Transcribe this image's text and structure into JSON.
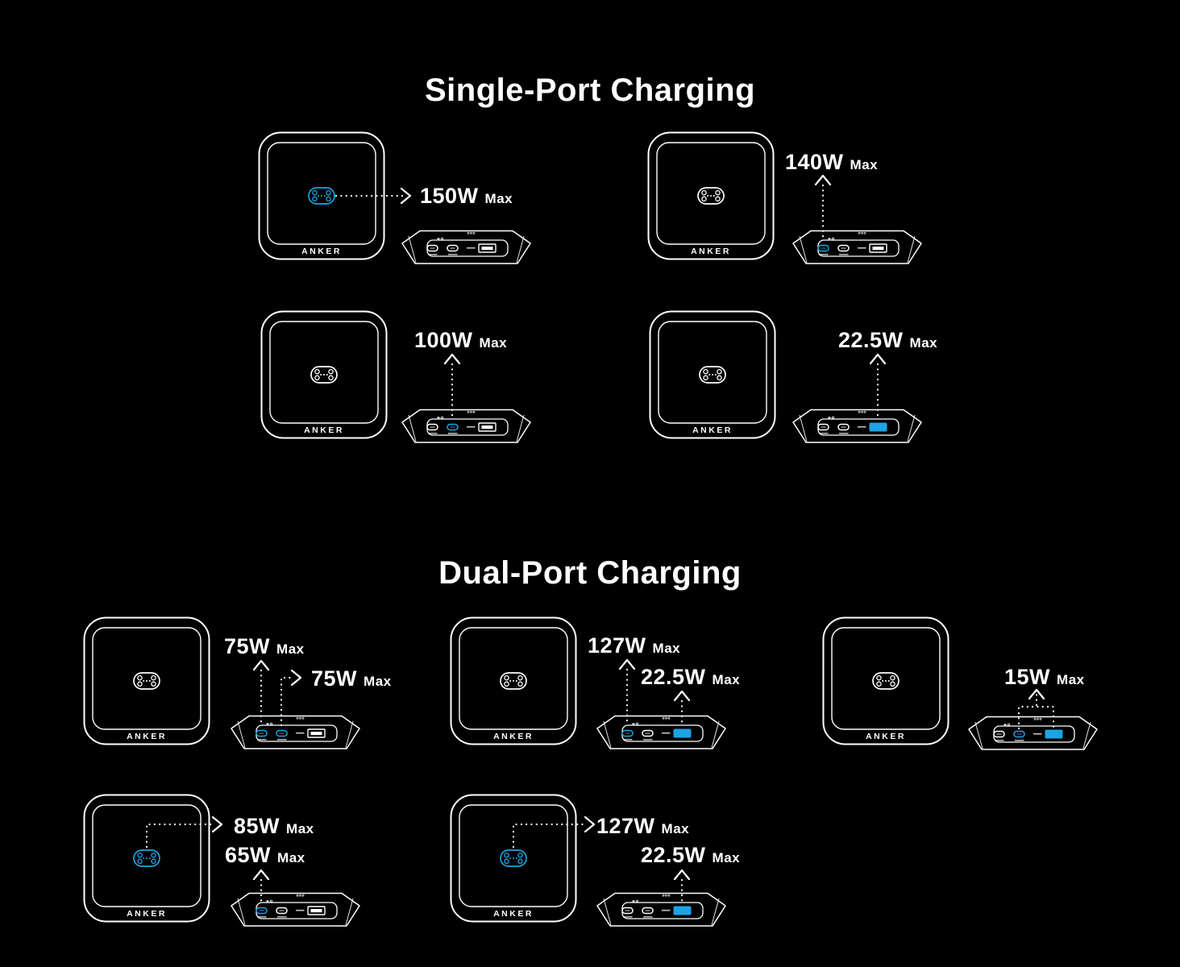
{
  "page": {
    "background": "#000000",
    "accent": "#1da4e4",
    "line_color": "#ffffff"
  },
  "brand": "ANKER",
  "sections": [
    {
      "id": "single-port",
      "title": "Single-Port Charging",
      "units": [
        {
          "id": "single-pad-150w",
          "highlights": [
            "magnetic-pad"
          ],
          "callouts": [
            {
              "value": "150W",
              "suffix": "Max",
              "source": "magnetic-pad"
            }
          ]
        },
        {
          "id": "single-usbc1-140w",
          "highlights": [
            "usb-c1"
          ],
          "callouts": [
            {
              "value": "140W",
              "suffix": "Max",
              "source": "usb-c1"
            }
          ]
        },
        {
          "id": "single-usbc2-100w",
          "highlights": [
            "usb-c2"
          ],
          "callouts": [
            {
              "value": "100W",
              "suffix": "Max",
              "source": "usb-c2"
            }
          ]
        },
        {
          "id": "single-usba-22.5w",
          "highlights": [
            "usb-a"
          ],
          "callouts": [
            {
              "value": "22.5W",
              "suffix": "Max",
              "source": "usb-a"
            }
          ]
        }
      ]
    },
    {
      "id": "dual-port",
      "title": "Dual-Port Charging",
      "units": [
        {
          "id": "dual-usbc1-usbc2",
          "highlights": [
            "usb-c1",
            "usb-c2"
          ],
          "callouts": [
            {
              "value": "75W",
              "suffix": "Max",
              "source": "usb-c1"
            },
            {
              "value": "75W",
              "suffix": "Max",
              "source": "usb-c2"
            }
          ]
        },
        {
          "id": "dual-usbc1-usba",
          "highlights": [
            "usb-c1",
            "usb-a"
          ],
          "callouts": [
            {
              "value": "127W",
              "suffix": "Max",
              "source": "usb-c1"
            },
            {
              "value": "22.5W",
              "suffix": "Max",
              "source": "usb-a"
            }
          ]
        },
        {
          "id": "dual-usbc2-usba-combined",
          "highlights": [
            "usb-c2",
            "usb-a"
          ],
          "callouts": [
            {
              "value": "15W",
              "suffix": "Max",
              "source": "usb-c2+usb-a"
            }
          ]
        },
        {
          "id": "dual-pad-usbc1",
          "highlights": [
            "magnetic-pad",
            "usb-c1"
          ],
          "callouts": [
            {
              "value": "85W",
              "suffix": "Max",
              "source": "magnetic-pad"
            },
            {
              "value": "65W",
              "suffix": "Max",
              "source": "usb-c1"
            }
          ]
        },
        {
          "id": "dual-pad-usba",
          "highlights": [
            "magnetic-pad",
            "usb-a"
          ],
          "callouts": [
            {
              "value": "127W",
              "suffix": "Max",
              "source": "magnetic-pad"
            },
            {
              "value": "22.5W",
              "suffix": "Max",
              "source": "usb-a"
            }
          ]
        }
      ]
    }
  ]
}
